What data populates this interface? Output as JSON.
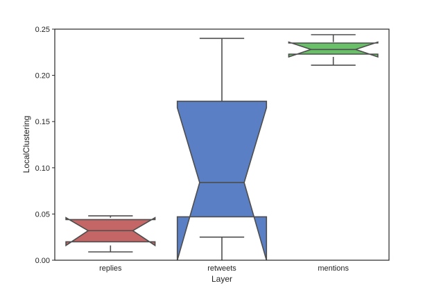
{
  "chart_data": {
    "type": "box",
    "title": "",
    "xlabel": "Layer",
    "ylabel": "LocalClustering",
    "ylim": [
      0,
      0.25
    ],
    "yticks": [
      0.0,
      0.05,
      0.1,
      0.15,
      0.2,
      0.25
    ],
    "ytick_labels": [
      "0.00",
      "0.05",
      "0.10",
      "0.15",
      "0.20",
      "0.25"
    ],
    "categories": [
      "replies",
      "retweets",
      "mentions"
    ],
    "notched": true,
    "grid": false,
    "series": [
      {
        "category": "replies",
        "color": "#c46666",
        "whisker_low": 0.009,
        "q1": 0.02,
        "notch_low": 0.016,
        "median": 0.032,
        "notch_high": 0.046,
        "q3": 0.044,
        "whisker_high": 0.048
      },
      {
        "category": "retweets",
        "color": "#5a7fc4",
        "whisker_low": 0.025,
        "q1": 0.047,
        "notch_low": 0.0,
        "median": 0.084,
        "notch_high": 0.165,
        "q3": 0.172,
        "whisker_high": 0.24
      },
      {
        "category": "mentions",
        "color": "#6abf69",
        "whisker_low": 0.211,
        "q1": 0.223,
        "notch_low": 0.22,
        "median": 0.228,
        "notch_high": 0.236,
        "q3": 0.235,
        "whisker_high": 0.244
      }
    ]
  }
}
